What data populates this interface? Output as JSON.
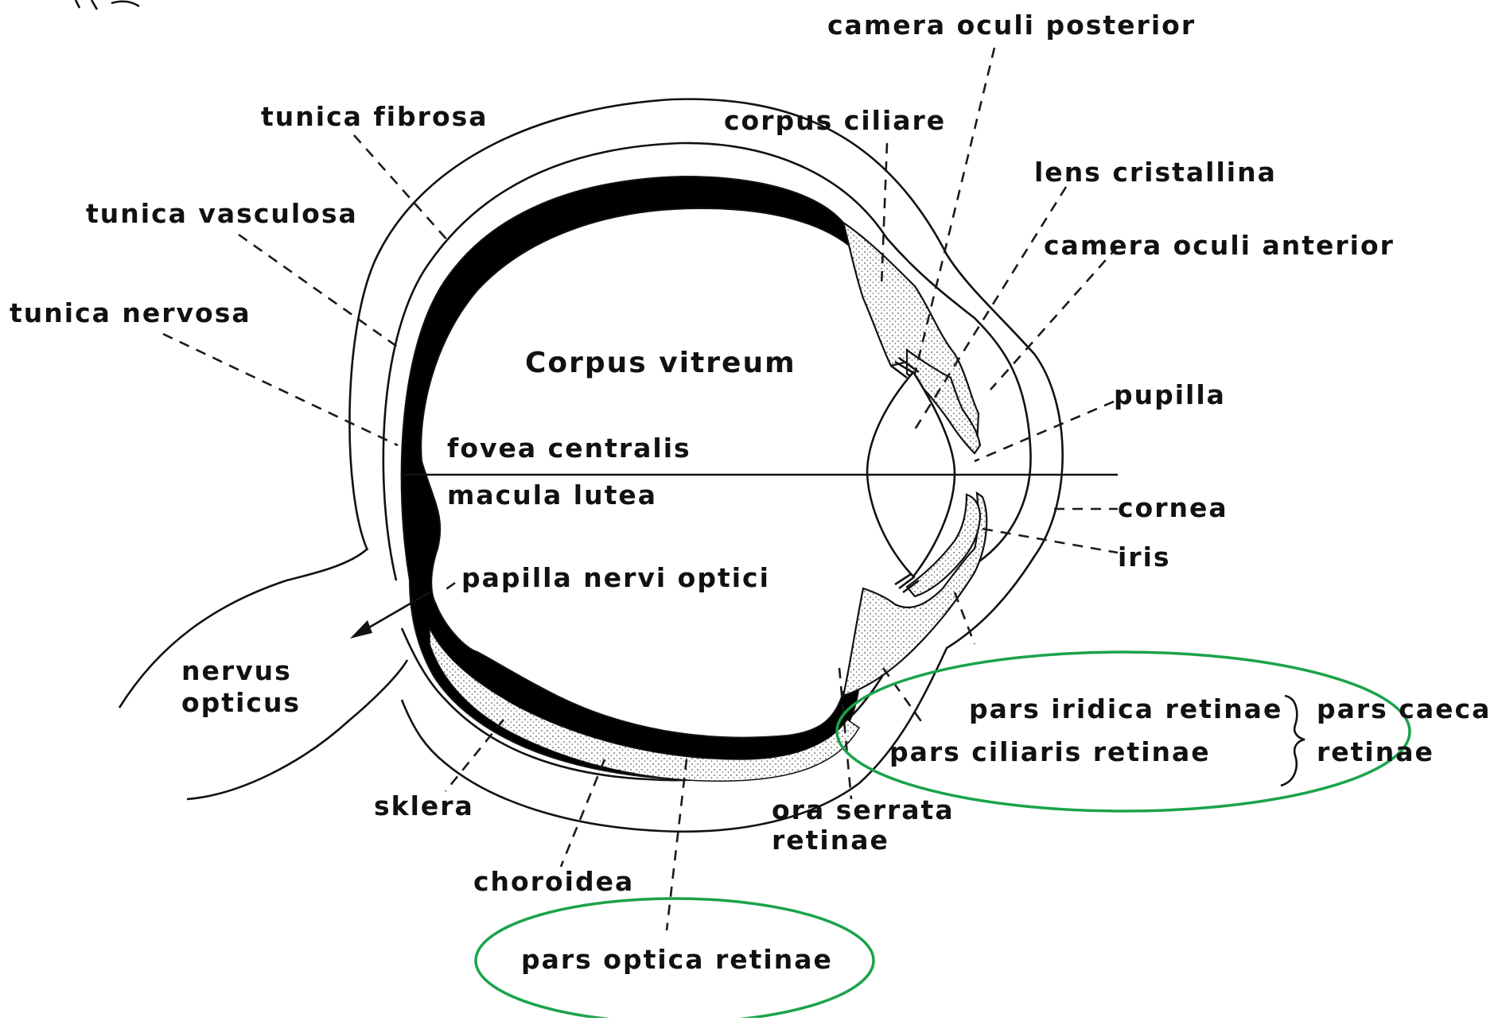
{
  "diagram": {
    "labels": {
      "camera_oculi_posterior": "camera oculi posterior",
      "tunica_fibrosa": "tunica fibrosa",
      "corpus_ciliare": "corpus ciliare",
      "lens_cristallina": "lens cristallina",
      "tunica_vasculosa": "tunica vasculosa",
      "camera_oculi_anterior": "camera oculi anterior",
      "tunica_nervosa": "tunica nervosa",
      "corpus_vitreum": "Corpus vitreum",
      "pupilla": "pupilla",
      "fovea_centralis": "fovea centralis",
      "macula_lutea": "macula lutea",
      "cornea": "cornea",
      "iris": "iris",
      "papilla_nervi_optici": "papilla nervi optici",
      "nervus": "nervus",
      "opticus": "opticus",
      "pars_iridica_retinae": "pars iridica retinae",
      "pars_caeca": "pars caeca",
      "pars_ciliaris_retinae": "pars ciliaris retinae",
      "retinae": "retinae",
      "sklera": "sklera",
      "ora_serrata": "ora serrata",
      "ora_serrata_retinae": "retinae",
      "choroidea": "choroidea",
      "pars_optica_retinae": "pars optica retinae"
    },
    "colors": {
      "line": "#111111",
      "highlight_ellipse": "#1aa34a",
      "retina_fill": "#000000",
      "stipple": "#555555"
    }
  }
}
